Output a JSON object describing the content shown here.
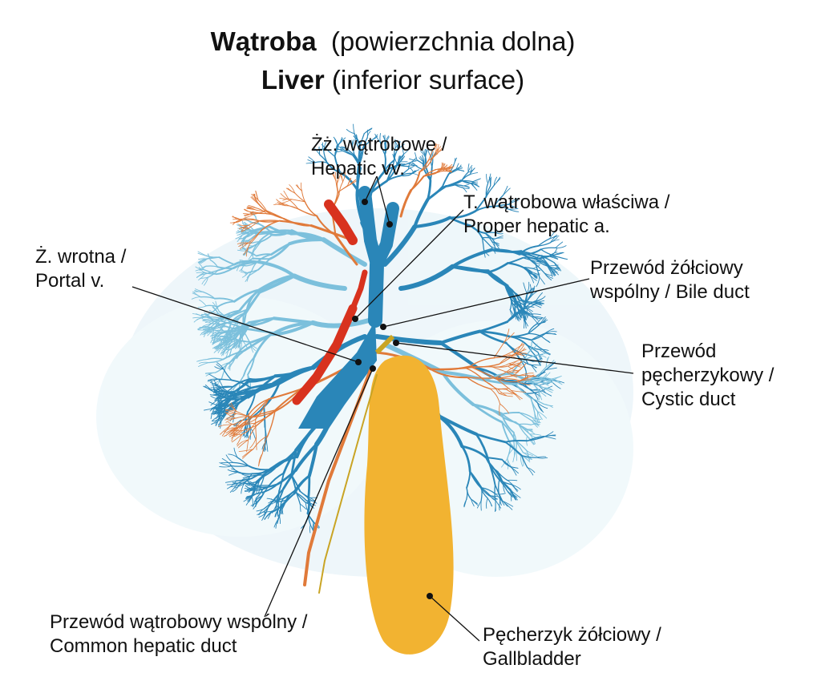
{
  "title": {
    "polish_bold": "Wątroba",
    "polish_sub": "(powierzchnia dolna)",
    "english_bold": "Liver",
    "english_sub": "(inferior surface)"
  },
  "labels": {
    "hepatic_veins": {
      "line1": "Żż. wątrobowe /",
      "line2": "Hepatic vv."
    },
    "proper_hepatic_artery": {
      "line1": "T. wątrobowa właściwa /",
      "line2": "Proper hepatic a."
    },
    "portal_vein": {
      "line1": "Ż. wrotna /",
      "line2": "Portal v."
    },
    "bile_duct": {
      "line1": "Przewód żółciowy",
      "line2": "wspólny / Bile duct"
    },
    "cystic_duct": {
      "line1": "Przewód",
      "line2": "pęcherzykowy /",
      "line3": "Cystic duct"
    },
    "common_hepatic_duct": {
      "line1": "Przewód wątrobowy wspólny /",
      "line2": "Common hepatic duct"
    },
    "gallbladder": {
      "line1": "Pęcherzyk żółciowy /",
      "line2": "Gallbladder"
    }
  },
  "colors": {
    "vein_blue": "#2a86b8",
    "light_blue": "#7cc0dc",
    "artery_red": "#d8321e",
    "artery_orange": "#e07a3a",
    "gallbladder_yellow": "#f2b331",
    "duct_yellow": "#c9a424"
  }
}
